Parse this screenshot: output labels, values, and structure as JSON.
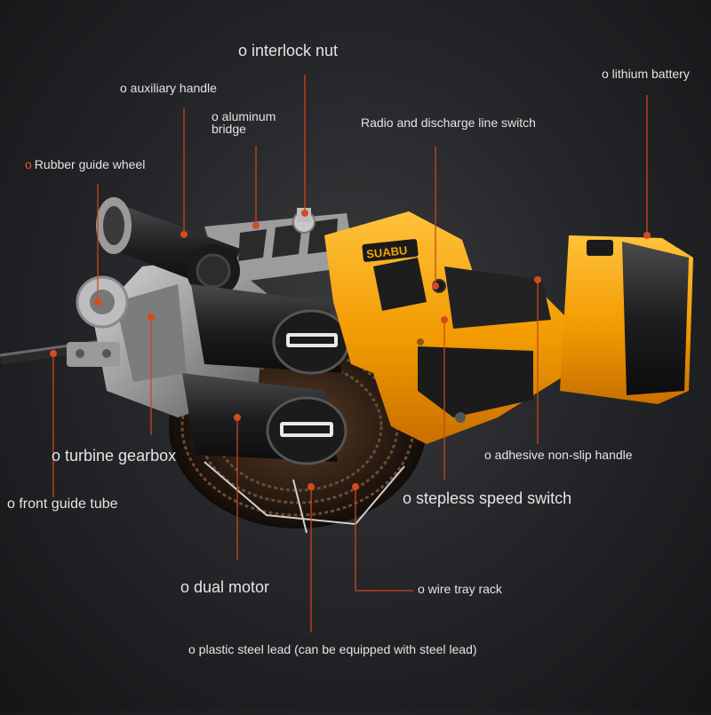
{
  "product": {
    "brand_logo": "SUABU"
  },
  "callouts": {
    "interlock_nut": "o interlock nut",
    "auxiliary_handle": "o auxiliary handle",
    "lithium_battery": "o lithium battery",
    "aluminum_bridge_l1": "o aluminum",
    "aluminum_bridge_l2": "bridge",
    "radio_discharge_switch": "Radio and discharge line switch",
    "rubber_guide_wheel": "Rubber guide wheel",
    "turbine_gearbox": "o turbine gearbox",
    "adhesive_handle": "o adhesive non-slip handle",
    "front_guide_tube": "o front guide tube",
    "stepless_switch": "o stepless speed switch",
    "dual_motor": "o dual motor",
    "wire_tray_rack": "o wire tray rack",
    "plastic_steel_lead": "o plastic steel lead (can be equipped with steel lead)"
  },
  "colors": {
    "leader_line": "#c8471e",
    "body_yellow": "#f2a400",
    "body_black": "#1c1c1e",
    "background": "#222326"
  }
}
